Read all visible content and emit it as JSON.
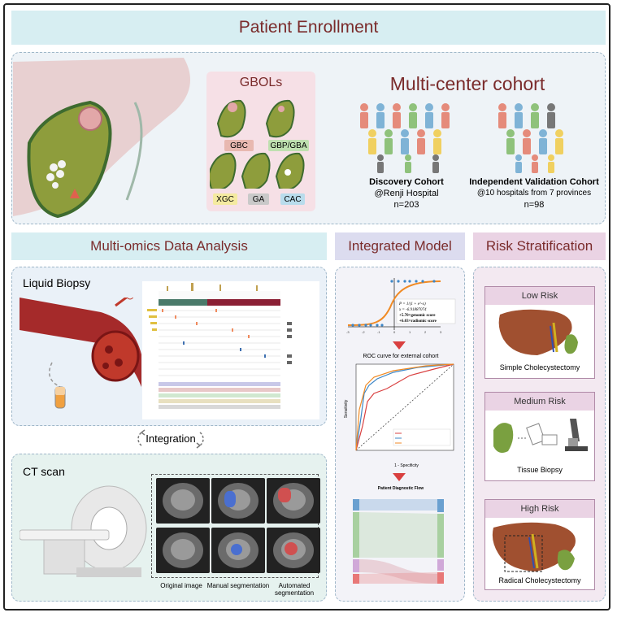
{
  "enrollment": {
    "title": "Patient Enrollment",
    "gbols": {
      "title": "GBOLs",
      "types": [
        {
          "label": "GBC",
          "color": "#e8b8b0"
        },
        {
          "label": "GBP/GBA",
          "color": "#bfe0b0"
        },
        {
          "label": "XGC",
          "color": "#f4eaa0"
        },
        {
          "label": "GA",
          "color": "#c9c9c9"
        },
        {
          "label": "CAC",
          "color": "#b9dcec"
        }
      ]
    },
    "cohort": {
      "title": "Multi-center cohort",
      "discovery": {
        "name": "Discovery Cohort",
        "site": "@Renji Hospital",
        "n": "n=203"
      },
      "validation": {
        "name": "Independent Validation Cohort",
        "site": "@10 hospitals from 7 provinces",
        "n": "n=98"
      }
    }
  },
  "omics": {
    "title": "Multi-omics Data Analysis",
    "liquid_biopsy": "Liquid Biopsy",
    "integration": "Integration",
    "ct_scan": "CT scan",
    "ct_captions": [
      "Original image",
      "Manual segmentation",
      "Automated segmentation"
    ]
  },
  "model": {
    "title": "Integrated Model",
    "roc_title": "ROC curve for external cohort",
    "roc_xlabel": "1 - Specificity",
    "roc_ylabel": "Sensitivity",
    "flow_title": "Patient Diagnostic Flow",
    "sigmoid_x_ticks": [
      "-3",
      "-2",
      "-1",
      "0",
      "1",
      "2",
      "3"
    ]
  },
  "risk": {
    "title": "Risk Stratification",
    "levels": [
      {
        "title": "Low Risk",
        "caption": "Simple Cholecystectomy"
      },
      {
        "title": "Medium Risk",
        "caption": "Tissue Biopsy"
      },
      {
        "title": "High Risk",
        "caption": "Radical Cholecystectomy"
      }
    ]
  },
  "colors": {
    "banner": "#d7eef2",
    "title_text": "#7a2b2b",
    "risk_header": "#ead3e4",
    "model_header": "#dcdcef",
    "curve": "#f08a24"
  }
}
